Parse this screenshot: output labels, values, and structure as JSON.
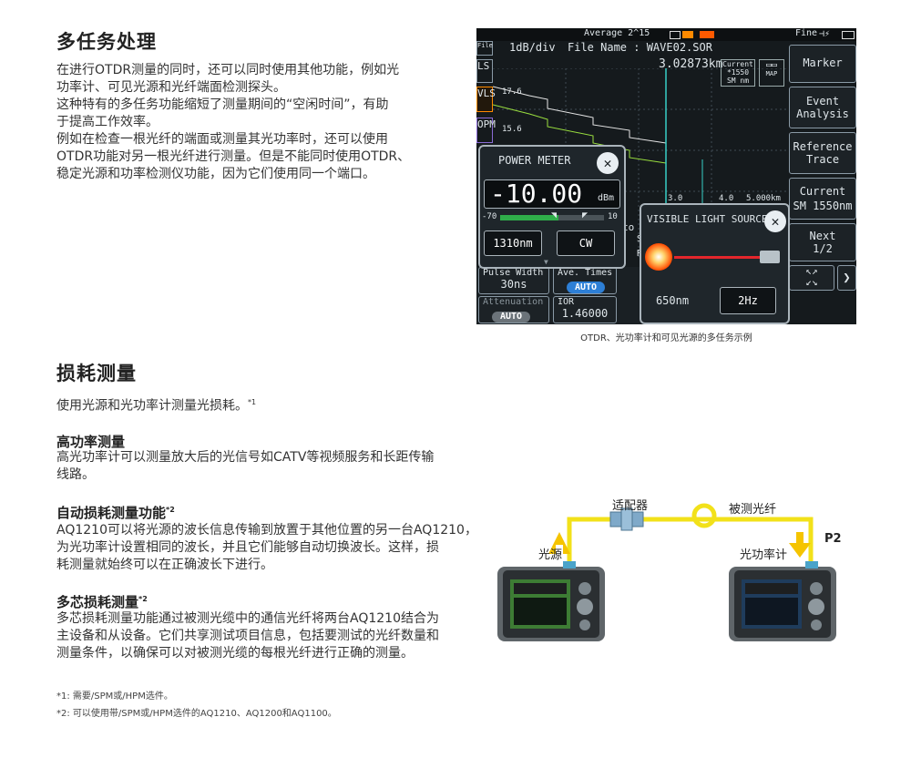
{
  "section1": {
    "title": "多任务处理",
    "paragraph": "在进行OTDR测量的同时，还可以同时使用其他功能，例如光功率计、可见光源和光纤端面检测探头。这种特有的多任务功能缩短了测量期间的“空闲时间”，有助于提高工作效率。例如在检查一根光纤的端面或测量其光功率时，还可以使用OTDR功能对另一根光纤进行测量。但是不能同时使用OTDR、稳定光源和功率检测仪功能，因为它们使用同一个端口。",
    "lines": [
      "在进行OTDR测量的同时，还可以同时使用其他功能，例如光",
      "功率计、可见光源和光纤端面检测探头。",
      "这种特有的多任务功能缩短了测量期间的“空闲时间”，有助",
      "于提高工作效率。",
      "例如在检查一根光纤的端面或测量其光功率时，还可以使用",
      "OTDR功能对另一根光纤进行测量。但是不能同时使用OTDR、",
      "稳定光源和功率检测仪功能，因为它们使用同一个端口。"
    ]
  },
  "screenshot": {
    "caption": "OTDR、光功率计和可见光源的多任务示例",
    "top_bar": {
      "average": "Average 2^15",
      "mode": "Fine"
    },
    "header": {
      "scale": "1dB/div",
      "file_name": "File Name : WAVE02.SOR"
    },
    "cursor": {
      "distance": "3.02873km",
      "current_label": "Current",
      "wavelength": "*1550",
      "fiber": "SM nm",
      "map_label": "MAP"
    },
    "left_tabs": [
      "LS",
      "VLS",
      "OPM"
    ],
    "y_labels": [
      "17.6",
      "15.6"
    ],
    "x_labels": [
      "3.0",
      "4.0",
      "5.000km"
    ],
    "power_meter": {
      "title": "POWER METER",
      "value": "-10.00",
      "unit": "dBm",
      "scale_min": "-70",
      "scale_max": "10",
      "level_percent": 56,
      "wavelength_btn": "1310nm",
      "mode_btn": "CW",
      "close": "✕"
    },
    "vls": {
      "title": "VISIBLE LIGHT SOURCE",
      "wavelength_btn": "650nm",
      "freq_btn": "2Hz",
      "close": "✕"
    },
    "bottom": {
      "pulse_label": "Pulse Width",
      "pulse_value": "30ns",
      "ave_label": "Ave. Times",
      "ave_value": "AUTO",
      "atten_label": "Attenuation",
      "atten_value": "AUTO",
      "ior_label": "IOR",
      "ior_value": "1.46000",
      "partial_s": "S",
      "partial_r": "R",
      "partial_to": "to"
    },
    "right_menu": [
      "Marker",
      "Event Analysis",
      "Reference Trace",
      "Current",
      "SM 1550nm",
      "Next 1/2"
    ],
    "right_menu_split": [
      [
        "Marker"
      ],
      [
        "Event",
        "Analysis"
      ],
      [
        "Reference",
        "Trace"
      ],
      [
        "Current"
      ],
      [
        "SM 1550nm"
      ],
      [
        "Next",
        "1/2"
      ]
    ]
  },
  "section2": {
    "title": "损耗测量",
    "intro": "使用光源和光功率计测量光损耗。",
    "intro_note": "*1",
    "sub1_title": "高功率测量",
    "sub1_lines": [
      "高光功率计可以测量放大后的光信号如CATV等视频服务和长距传输",
      "线路。"
    ],
    "sub2_title": "自动损耗测量功能",
    "sub2_note": "*2",
    "sub2_lines": [
      "AQ1210可以将光源的波长信息传输到放置于其他位置的另一台AQ1210，",
      "为光功率计设置相同的波长，并且它们能够自动切换波长。这样，损",
      "耗测量就始终可以在正确波长下进行。"
    ],
    "sub3_title": "多芯损耗测量",
    "sub3_note": "*2",
    "sub3_lines": [
      "多芯损耗测量功能通过被测光缆中的通信光纤将两台AQ1210结合为",
      "主设备和从设备。它们共享测试项目信息，包括要测试的光纤数量和",
      "测量条件，以确保可以对被测光缆的每根光纤进行正确的测量。"
    ]
  },
  "diagram": {
    "adapter": "适配器",
    "fiber_under_test": "被测光纤",
    "light_source": "光源",
    "power_meter": "光功率计",
    "port": "P2"
  },
  "footnotes": [
    "*1: 需要/SPM或/HPM选件。",
    "*2: 可以使用带/SPM或/HPM选件的AQ1210、AQ1200和AQ1100。"
  ],
  "colors": {
    "fiber": "#f2e11a",
    "arrow": "#f5c400",
    "connector": "#4aa3c9",
    "accent_blue": "#2d7fd6",
    "green_bar": "#2fae4a"
  }
}
